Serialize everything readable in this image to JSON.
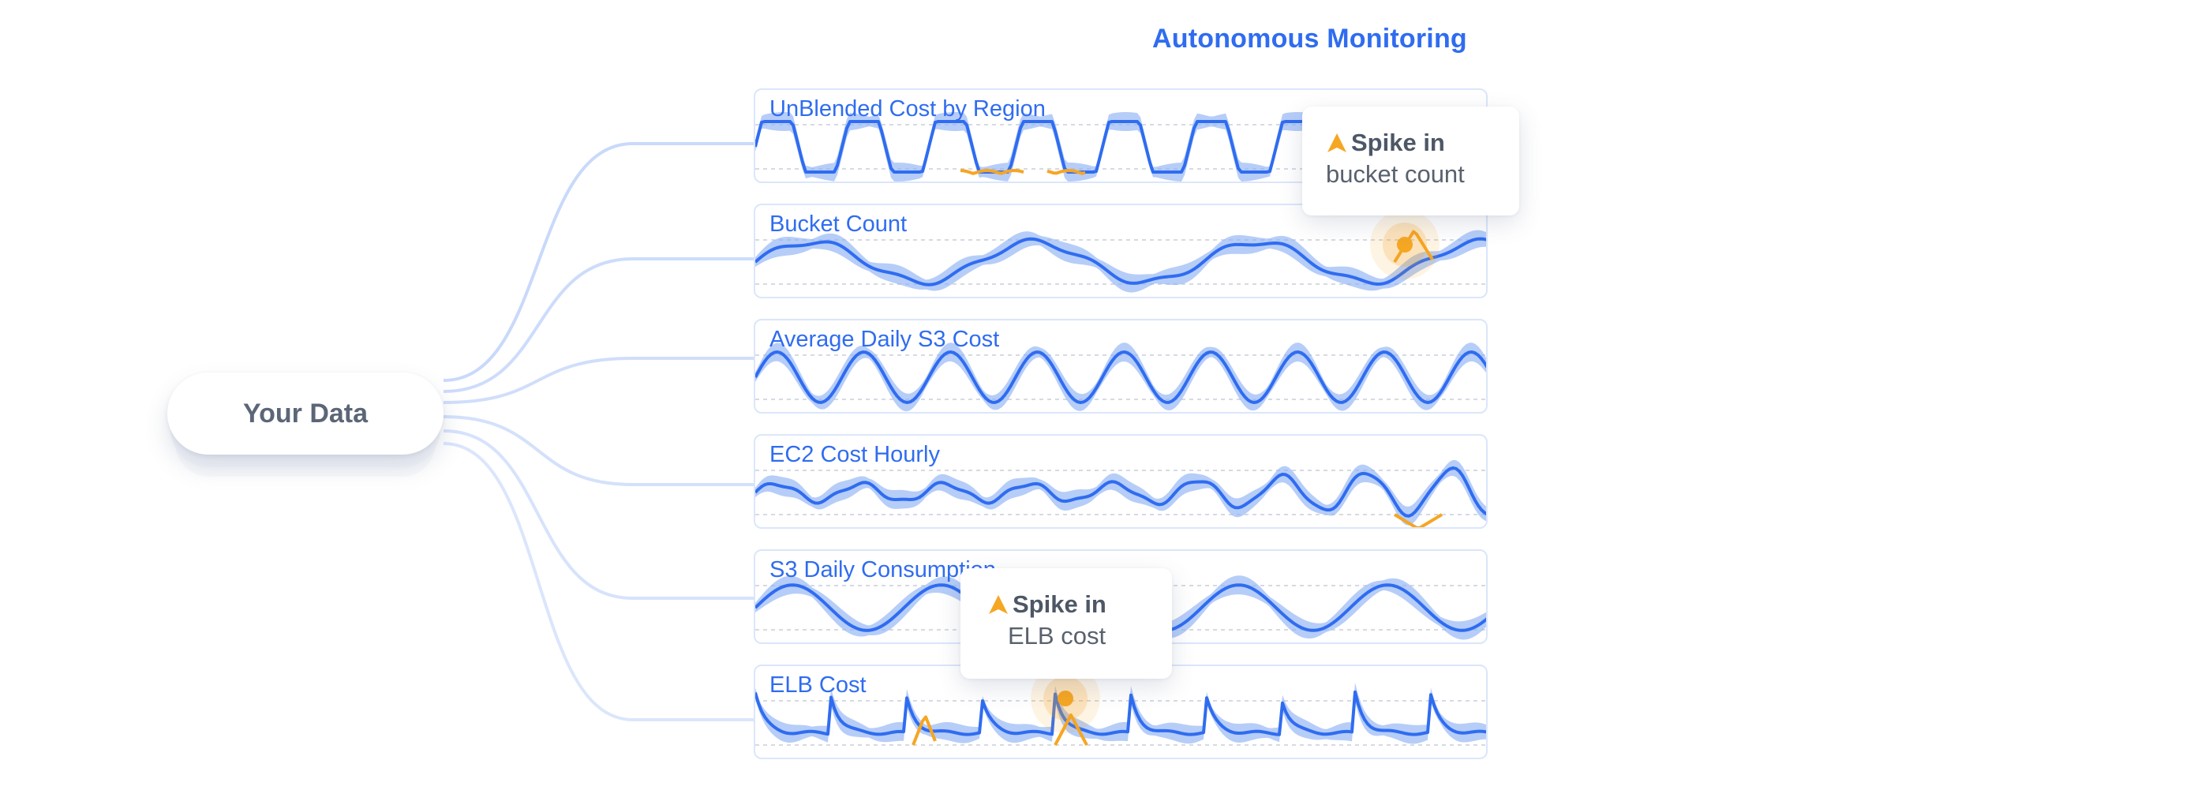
{
  "heading": "Autonomous Monitoring",
  "source": {
    "label": "Your Data"
  },
  "colors": {
    "accent": "#2f6cf0",
    "band": "#8fb2f5",
    "anomaly": "#f5a623",
    "connector": "#c3d5fa",
    "text": "#5b6677"
  },
  "icons": {
    "callout_icon": "arrow-up-icon"
  },
  "panels": [
    {
      "title": "UnBlended Cost by Region"
    },
    {
      "title": "Bucket Count"
    },
    {
      "title": "Average Daily S3 Cost"
    },
    {
      "title": "EC2 Cost Hourly"
    },
    {
      "title": "S3 Daily Consumption"
    },
    {
      "title": "ELB Cost"
    }
  ],
  "callouts": [
    {
      "line1": "Spike in",
      "line2": "bucket count"
    },
    {
      "line1": "Spike in",
      "line2": "ELB cost"
    }
  ]
}
